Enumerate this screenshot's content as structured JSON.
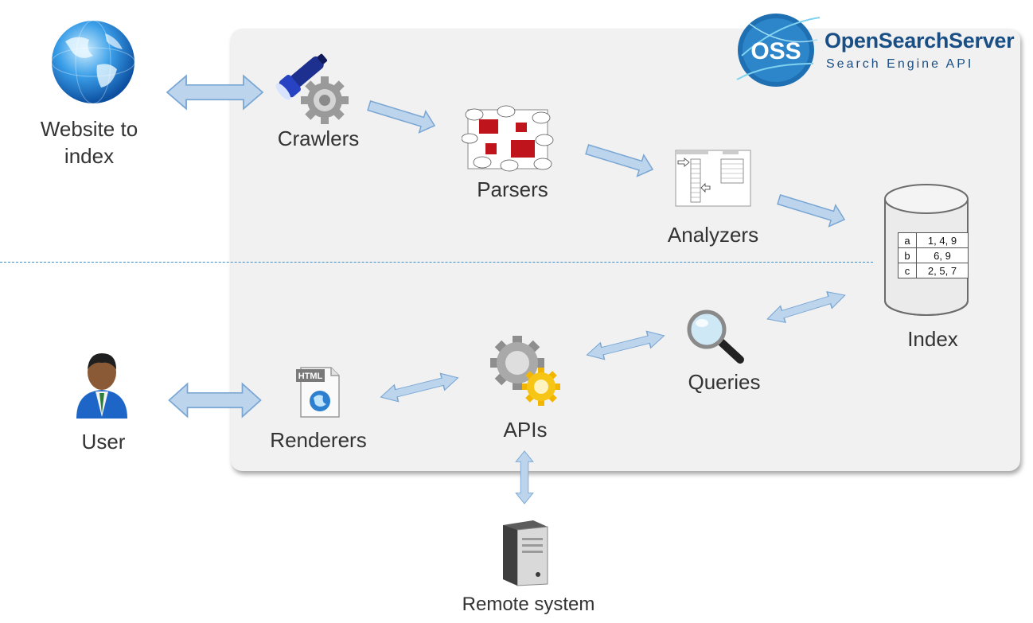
{
  "logo": {
    "title": "OpenSearchServer",
    "subtitle": "Search Engine API",
    "badge": "OSS"
  },
  "nodes": {
    "website": {
      "label_line1": "Website to",
      "label_line2": "index"
    },
    "crawlers": {
      "label": "Crawlers"
    },
    "parsers": {
      "label": "Parsers"
    },
    "analyzers": {
      "label": "Analyzers"
    },
    "index": {
      "label": "Index"
    },
    "queries": {
      "label": "Queries"
    },
    "apis": {
      "label": "APIs"
    },
    "renderers": {
      "label": "Renderers",
      "icon_text": "HTML"
    },
    "user": {
      "label": "User"
    },
    "remote": {
      "label": "Remote system"
    }
  },
  "index_table": [
    {
      "key": "a",
      "values": "1, 4, 9"
    },
    {
      "key": "b",
      "values": "6, 9"
    },
    {
      "key": "c",
      "values": "2, 5, 7"
    }
  ],
  "colors": {
    "arrow_fill": "#bcd5ec",
    "arrow_stroke": "#7aa6d4",
    "divider": "#3d8fc9",
    "panel": "#f1f1f1",
    "brand": "#1a4f86"
  }
}
